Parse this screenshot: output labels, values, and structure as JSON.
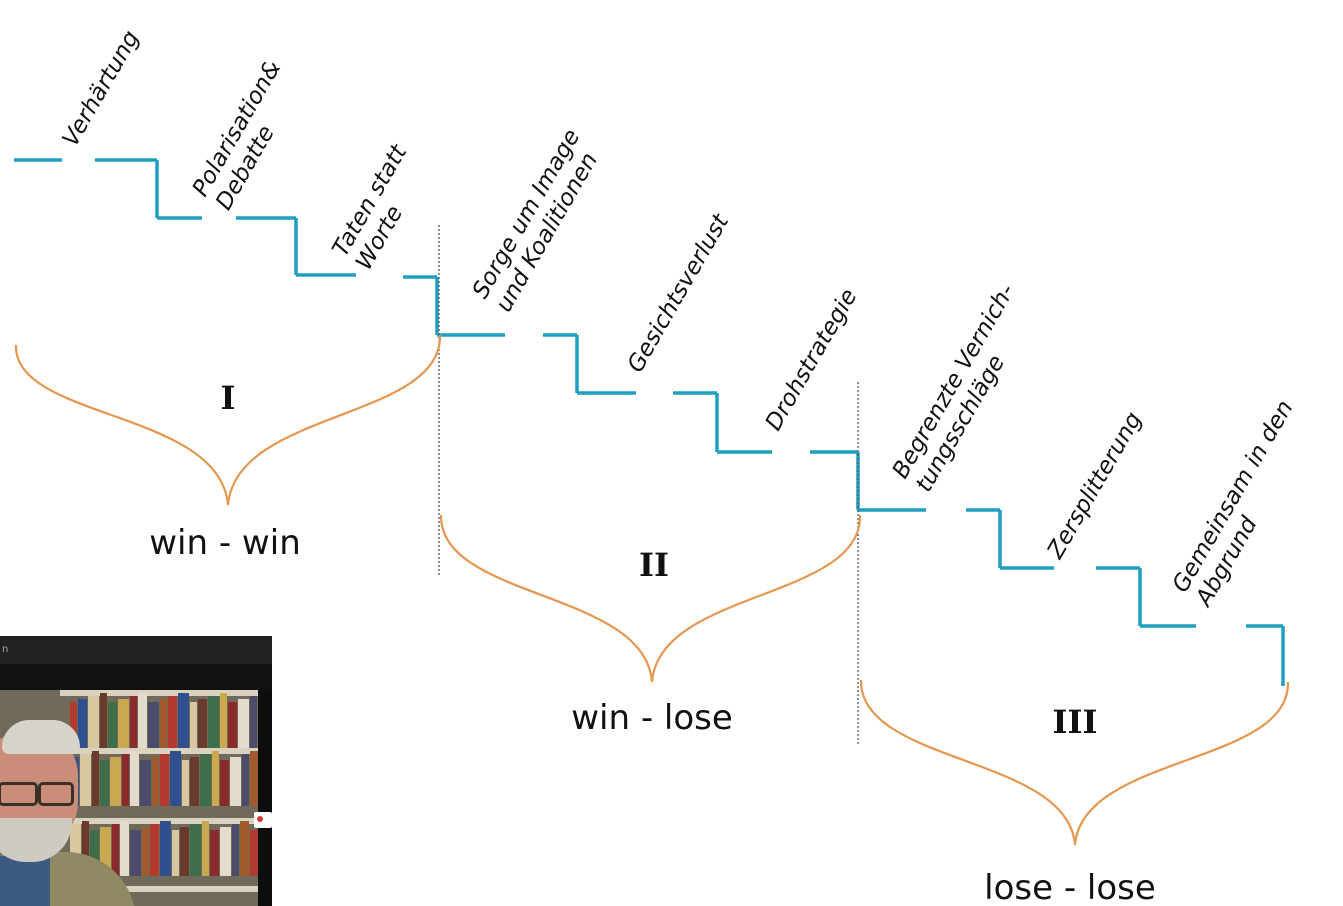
{
  "colors": {
    "stair": "#1e9fc2",
    "brace": "#e6974f",
    "divider": "#555555",
    "text": "#111111"
  },
  "steps": [
    {
      "label": [
        "Verhärtung"
      ]
    },
    {
      "label": [
        "Polarisation&",
        "Debatte"
      ]
    },
    {
      "label": [
        "Taten statt",
        "Worte"
      ]
    },
    {
      "label": [
        "Sorge um Image",
        "und Koalitionen"
      ]
    },
    {
      "label": [
        "Gesichtsverlust"
      ]
    },
    {
      "label": [
        "Drohstrategie"
      ]
    },
    {
      "label": [
        "Begrenzte Vernich-",
        "tungsschläge"
      ]
    },
    {
      "label": [
        "Zersplitterung"
      ]
    },
    {
      "label": [
        "Gemeinsam in den",
        "Abgrund"
      ]
    }
  ],
  "phases": [
    {
      "numeral": "I",
      "outcome": "win - win"
    },
    {
      "numeral": "II",
      "outcome": "win - lose"
    },
    {
      "numeral": "III",
      "outcome": "lose - lose"
    }
  ],
  "webcam": {
    "title": "n",
    "icon": "participant-video-thumbnail"
  }
}
